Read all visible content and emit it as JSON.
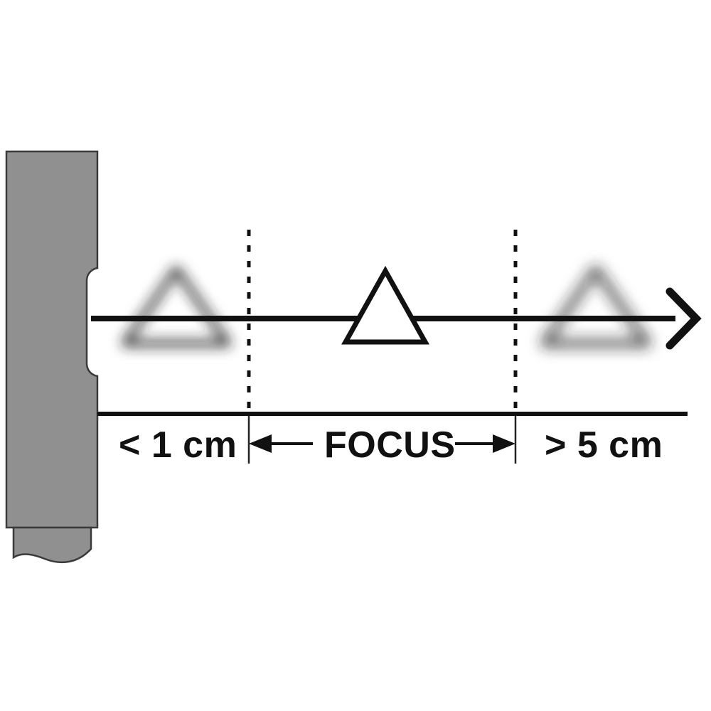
{
  "diagram": {
    "title": "Ultrasonic sensor focus range diagram",
    "background_color": "#ffffff",
    "device": {
      "name": "sensor-housing",
      "fill_color": "#909090",
      "stroke_color": "#3a3a3a"
    },
    "beam": {
      "name": "beam-axis",
      "color": "#111111",
      "arrow_style": "open-chevron"
    },
    "baseline": {
      "color": "#111111"
    },
    "zones": [
      {
        "id": "near-zone",
        "label": "< 1 cm",
        "focus_state": "blurred",
        "marker": "triangle"
      },
      {
        "id": "focus-zone",
        "label": "FOCUS",
        "focus_state": "sharp",
        "marker": "triangle"
      },
      {
        "id": "far-zone",
        "label": "> 5 cm",
        "focus_state": "blurred",
        "marker": "triangle"
      }
    ],
    "dividers": [
      {
        "id": "divider-near",
        "style": "dashed"
      },
      {
        "id": "divider-far",
        "style": "dashed"
      }
    ],
    "dimension_arrows": {
      "left_arrow": "←",
      "right_arrow": "→"
    }
  }
}
